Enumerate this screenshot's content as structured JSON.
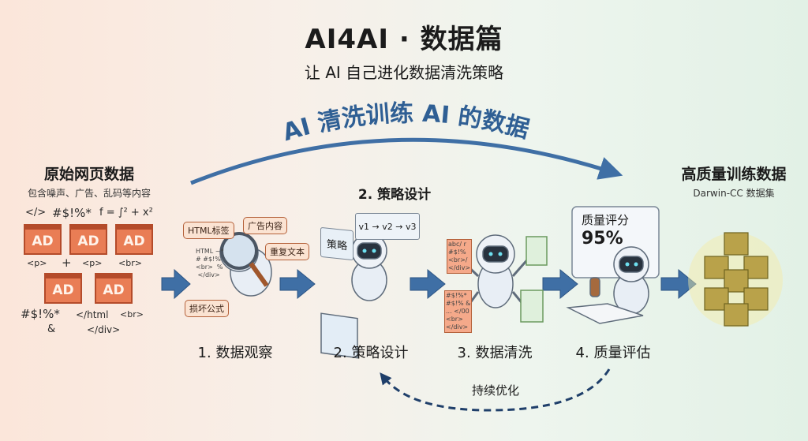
{
  "header": {
    "title": "AI4AI · 数据篇",
    "subtitle": "让 AI 自己进化数据清洗策略"
  },
  "arc_label": "AI 清洗训练 AI 的数据",
  "input": {
    "title": "原始网页数据",
    "subtitle": "包含噪声、广告、乱码等内容",
    "ad_label": "AD",
    "symbols": [
      "</>",
      "#$!%*",
      "f = ∫² + x²",
      "<p>",
      "+",
      "<p>",
      "<br>",
      "#$!%*",
      "</html",
      "<br>",
      "</div>",
      "&"
    ]
  },
  "observe": {
    "bubbles": [
      "HTML标签",
      "广告内容",
      "重复文本",
      "损坏公式"
    ],
    "snippet": "HTML ~*\n# #$!%\n<br>  %\n </div>"
  },
  "strategy": {
    "top_label": "2. 策略设计",
    "card_label": "策略",
    "versions": "v1 → v2 → v3"
  },
  "clean": {
    "snippet_top": "abc/ r\n#$!%\n<br>/\n</div>",
    "snippet_bottom": "#$!%*\n#$!% &\n... </00\n<br>\n</div>"
  },
  "evaluate": {
    "score_label": "质量评分",
    "score_value": "95%"
  },
  "output": {
    "title": "高质量训练数据",
    "subtitle": "Darwin-CC 数据集"
  },
  "steps": [
    "1. 数据观察",
    "2. 策略设计",
    "3. 数据清洗",
    "4. 质量评估"
  ],
  "loop_label": "持续优化",
  "colors": {
    "arrow": "#3f6fa5",
    "ad": "#e97d55",
    "cube": "#b9a24a"
  }
}
